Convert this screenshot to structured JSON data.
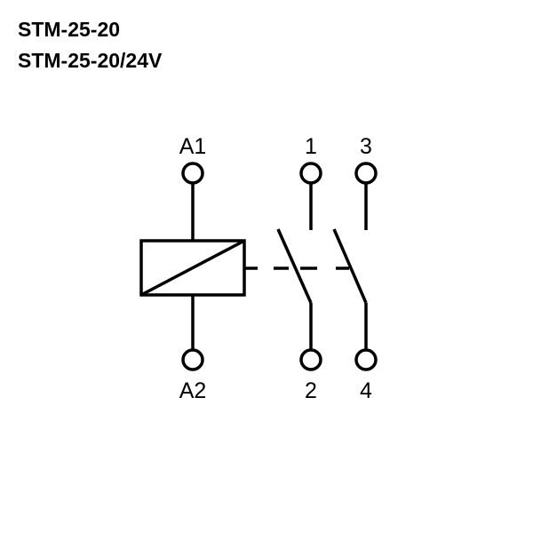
{
  "titles": [
    "STM-25-20",
    "STM-25-20/24V"
  ],
  "terminals": {
    "a1": "A1",
    "a2": "A2",
    "t1": "1",
    "t2": "2",
    "t3": "3",
    "t4": "4"
  }
}
